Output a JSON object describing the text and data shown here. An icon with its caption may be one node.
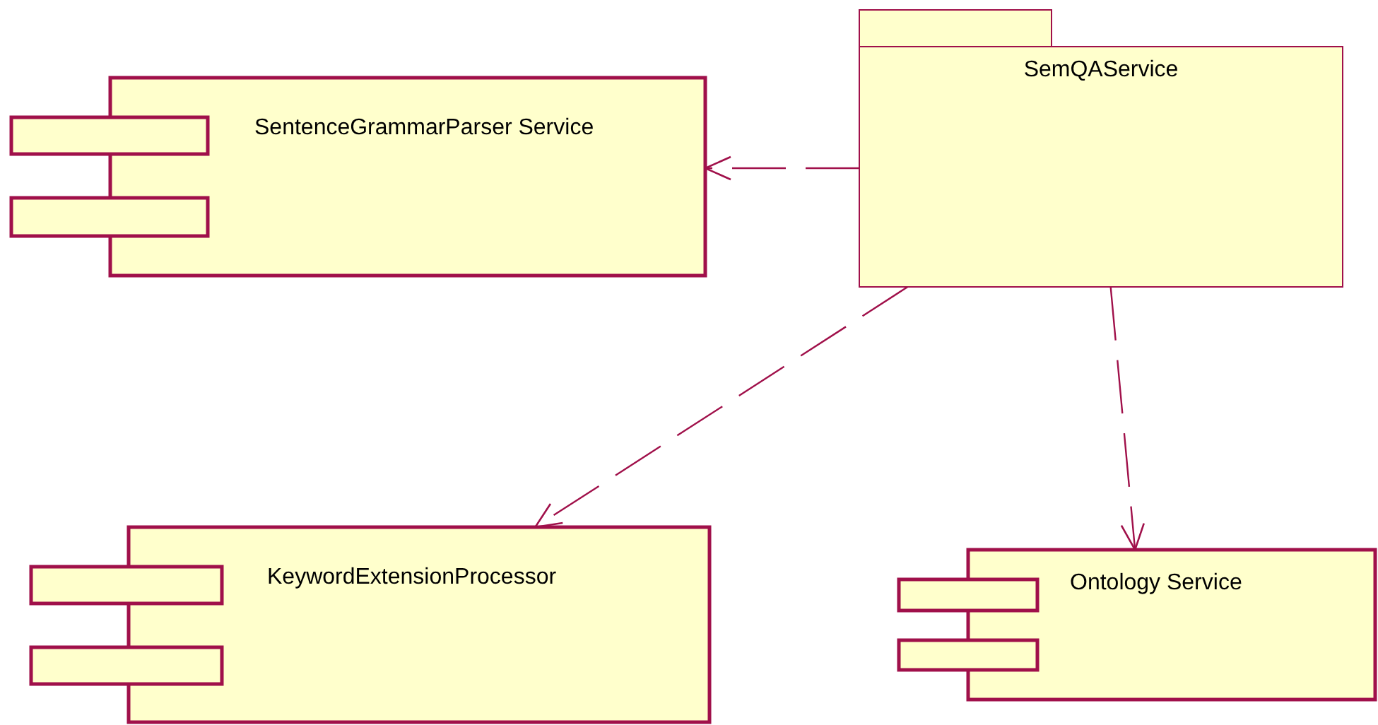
{
  "diagram": {
    "nodes": [
      {
        "text": [
          "SemQAService"
        ]
      },
      {
        "text": [
          "SentenceGrammarParser Service"
        ]
      },
      {
        "text": [
          "KeywordExtensionProcessor"
        ]
      },
      {
        "text": [
          "Ontology Service"
        ]
      }
    ],
    "edges": [
      {
        "from": 0,
        "to": 1,
        "arrow": "to",
        "style": "dashed"
      },
      {
        "from": 0,
        "to": 2,
        "arrow": "to",
        "style": "dashed"
      },
      {
        "from": 0,
        "to": 3,
        "arrow": "to",
        "style": "dashed"
      }
    ]
  }
}
